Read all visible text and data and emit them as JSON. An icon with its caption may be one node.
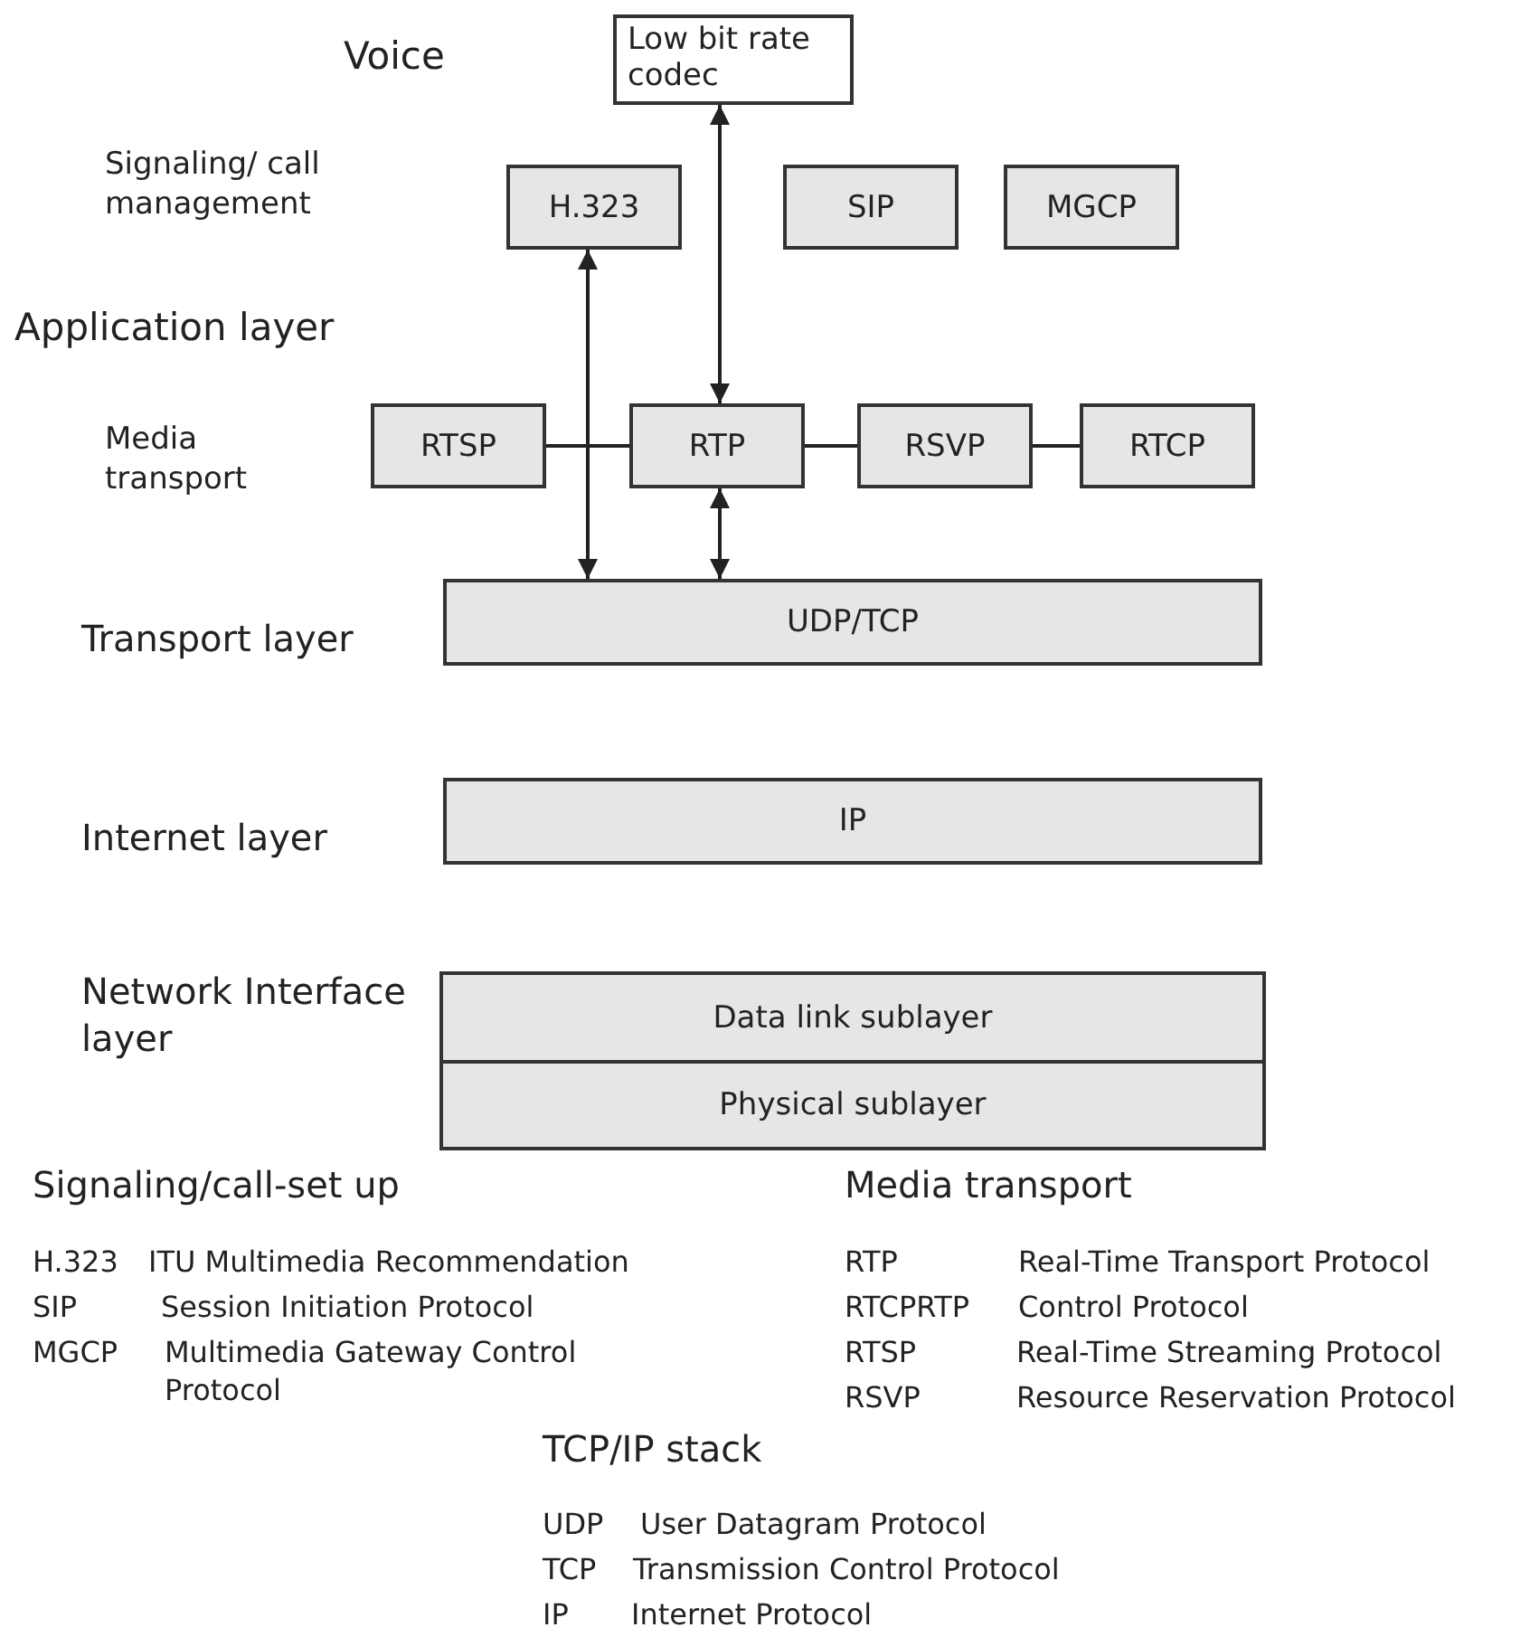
{
  "diagram": {
    "nodes": [
      {
        "text": [
          "Low bit rate codec"
        ]
      },
      {
        "text": [
          "H.323"
        ]
      },
      {
        "text": [
          "SIP"
        ]
      },
      {
        "text": [
          "MGCP"
        ]
      },
      {
        "text": [
          "RTSP"
        ]
      },
      {
        "text": [
          "RTP"
        ]
      },
      {
        "text": [
          "RSVP"
        ]
      },
      {
        "text": [
          "RTCP"
        ]
      },
      {
        "text": [
          "UDP/TCP"
        ]
      },
      {
        "text": [
          "IP"
        ]
      },
      {
        "text": [
          "Data link sublayer"
        ]
      },
      {
        "text": [
          "Physical sublayer"
        ]
      }
    ],
    "edges": [
      {
        "from": 0,
        "to": 5,
        "arrow": "both"
      },
      {
        "from": 1,
        "to": 8,
        "arrow": "both"
      },
      {
        "from": 4,
        "to": 5,
        "arrow": "none"
      },
      {
        "from": 5,
        "to": 6,
        "arrow": "none"
      },
      {
        "from": 6,
        "to": 7,
        "arrow": "none"
      },
      {
        "from": 5,
        "to": 8,
        "arrow": "both"
      }
    ],
    "labels": [
      "Voice",
      "Signaling/ call management",
      "Application layer",
      "Media transport",
      "Transport layer",
      "Internet layer",
      "Network Interface layer",
      "Signaling/call-set up",
      "Media transport",
      "H.323",
      "ITU Multimedia Recommendation",
      "RTP",
      "Real-Time Transport Protocol",
      "SIP",
      "Session Initiation Protocol",
      "RTCPRTP",
      "Control Protocol",
      "MGCP",
      "Multimedia Gateway Control Protocol",
      "RTSP",
      "Real-Time Streaming Protocol",
      "RSVP",
      "Resource Reservation Protocol",
      "TCP/IP stack",
      "UDP",
      "User Datagram Protocol",
      "TCP",
      "Transmission Control Protocol",
      "IP",
      "Internet Protocol"
    ]
  }
}
